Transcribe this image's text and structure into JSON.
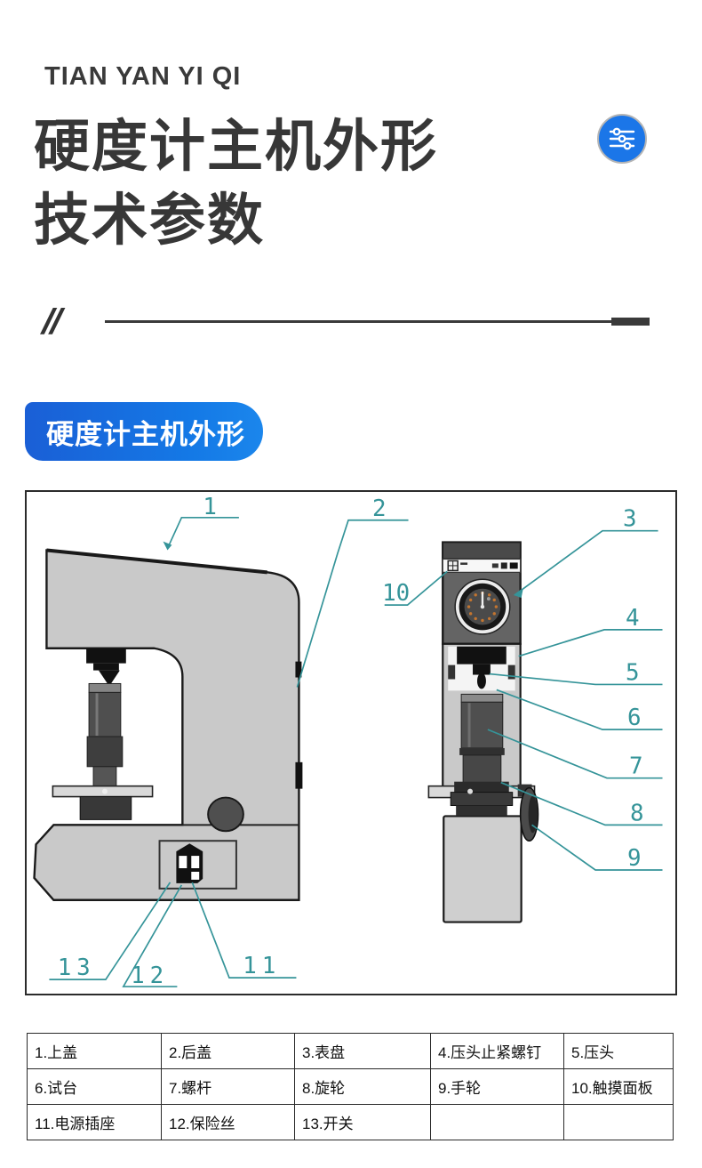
{
  "header": {
    "brand": "TIAN YAN YI QI"
  },
  "title": {
    "line1": "硬度计主机外形",
    "line2": "技术参数",
    "divider_mark": "//"
  },
  "section": {
    "badge_label": "硬度计主机外形"
  },
  "icons": {
    "settings_icon": "sliders-icon"
  },
  "colors": {
    "accent_blue": "#1479e6",
    "callout_teal": "#359499",
    "body_gray": "#c9c9c9"
  },
  "diagram": {
    "callouts": [
      "1",
      "2",
      "3",
      "4",
      "5",
      "6",
      "7",
      "8",
      "9",
      "10",
      "11",
      "12",
      "13"
    ]
  },
  "parts_table": {
    "rows": [
      [
        "1.上盖",
        "2.后盖",
        "3.表盘",
        "4.压头止紧螺钉",
        "5.压头"
      ],
      [
        "6.试台",
        "7.螺杆",
        "8.旋轮",
        "9.手轮",
        "10.触摸面板"
      ],
      [
        "11.电源插座",
        "12.保险丝",
        "13.开关",
        "",
        ""
      ]
    ]
  }
}
